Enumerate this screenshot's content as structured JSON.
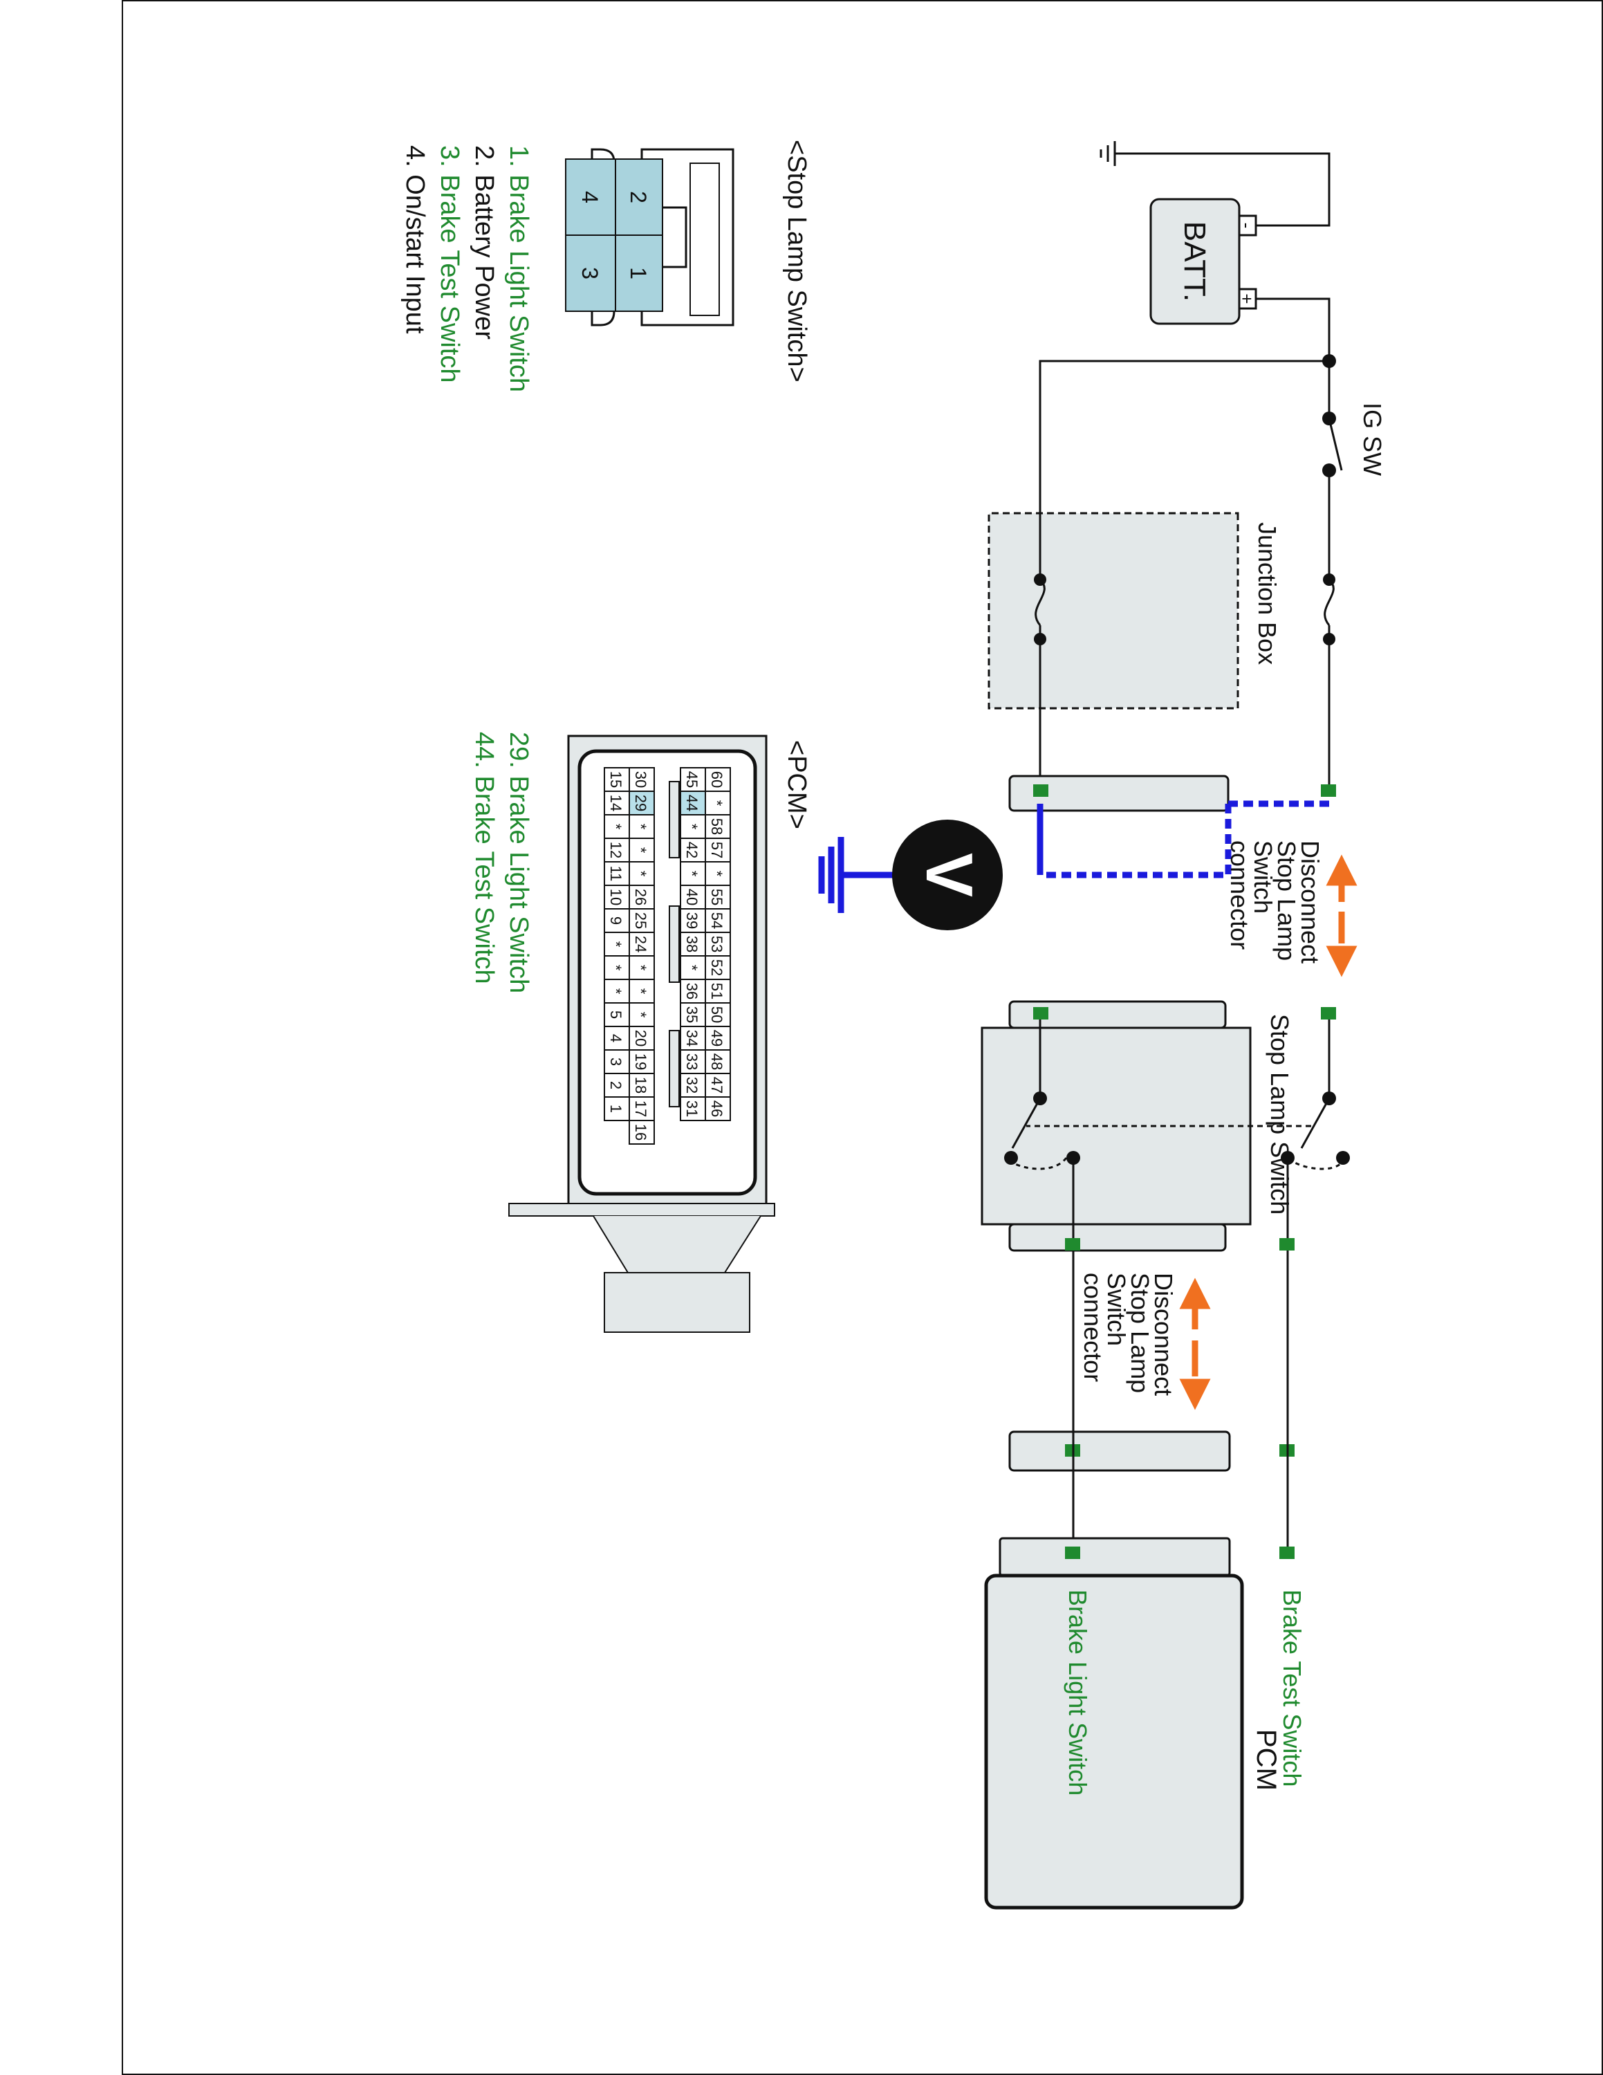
{
  "colors": {
    "stroke": "#111111",
    "box_fill": "#e3e8e9",
    "pin_green": "#1f8a2e",
    "green_text": "#1f8a2e",
    "meter_wire": "#1a1adc",
    "arrow": "#f07020",
    "connector_blue": "#a9d3dd",
    "highlight_pin": "#b8e0ea"
  },
  "labels": {
    "batt": "BATT.",
    "batt_neg": "-",
    "batt_pos": "+",
    "ig_sw": "IG SW",
    "junction_box": "Junction Box",
    "disconnect_top": [
      "Disconnect",
      "Stop Lamp",
      "Switch",
      "connector"
    ],
    "disconnect_bottom": [
      "Disconnect",
      "Stop Lamp",
      "Switch",
      "connector"
    ],
    "stop_lamp_switch": "Stop Lamp Switch",
    "pcm": "PCM",
    "meter": "V",
    "pcm_brake_test": "Brake Test Switch",
    "pcm_brake_light": "Brake Light Switch"
  },
  "stop_lamp_connector": {
    "title": "<Stop Lamp Switch>",
    "pins": [
      "1",
      "2",
      "3",
      "4"
    ],
    "legend": [
      {
        "text": "1. Brake Light Switch",
        "color": "green"
      },
      {
        "text": "2. Battery Power",
        "color": "black"
      },
      {
        "text": "3. Brake Test Switch",
        "color": "green"
      },
      {
        "text": "4. On/start Input",
        "color": "black"
      }
    ]
  },
  "pcm_connector": {
    "title": "<PCM>",
    "rows": [
      [
        "60",
        "*",
        "58",
        "57",
        "*",
        "55",
        "54",
        "53",
        "52",
        "51",
        "50",
        "49",
        "48",
        "47",
        "46"
      ],
      [
        "45",
        "44",
        "*",
        "42",
        "*",
        "40",
        "39",
        "38",
        "*",
        "36",
        "35",
        "34",
        "33",
        "32",
        "31"
      ],
      [
        "30",
        "29",
        "*",
        "*",
        "*",
        "26",
        "25",
        "24",
        "*",
        "*",
        "*",
        "20",
        "19",
        "18",
        "17",
        "16"
      ],
      [
        "15",
        "14",
        "*",
        "12",
        "11",
        "10",
        "9",
        "*",
        "*",
        "*",
        "5",
        "4",
        "3",
        "2",
        "1"
      ]
    ],
    "highlighted": [
      "29",
      "44"
    ],
    "legend": [
      {
        "text": "29. Brake Light Switch",
        "color": "green"
      },
      {
        "text": "44. Brake Test Switch",
        "color": "green"
      }
    ]
  }
}
